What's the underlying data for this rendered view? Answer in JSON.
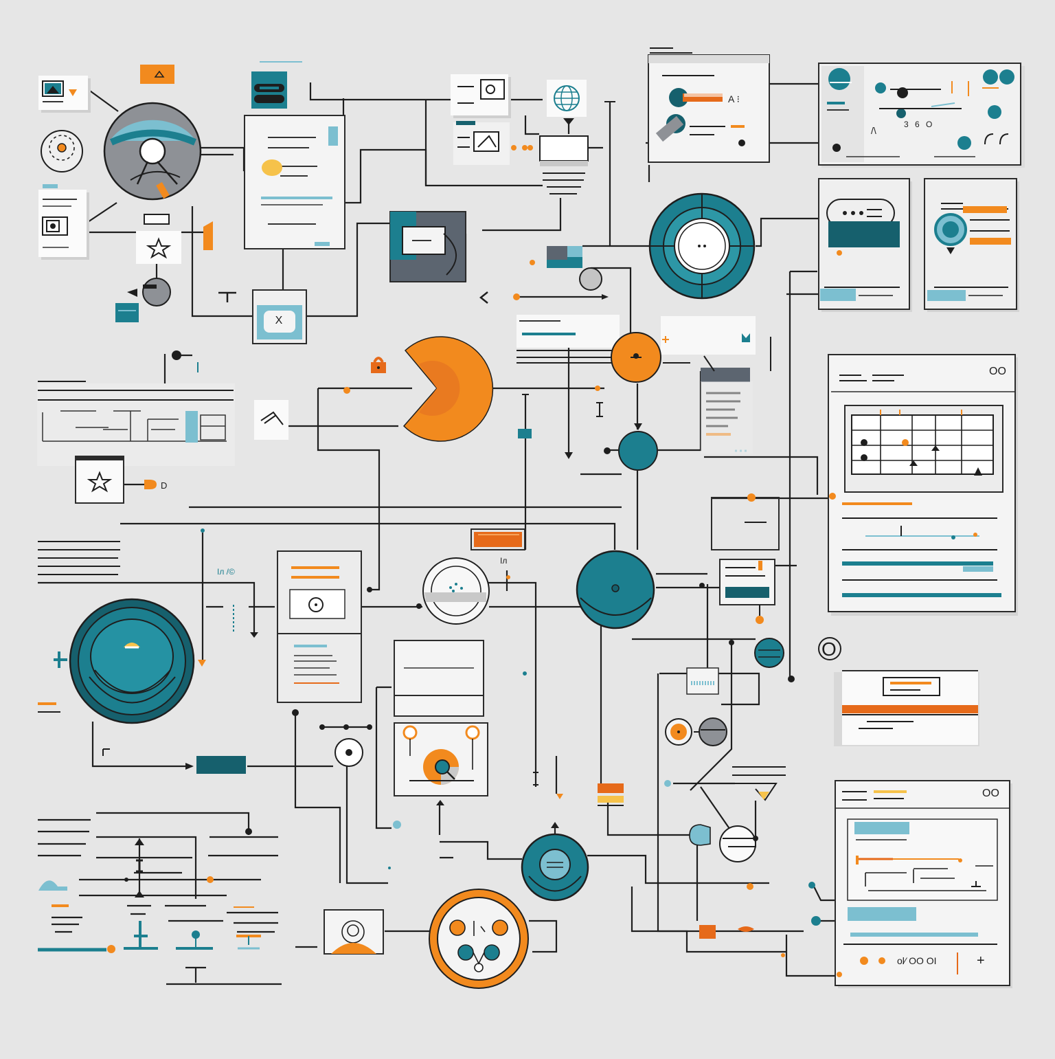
{
  "colors": {
    "background": "#e6e6e6",
    "teal": "#1c7f8f",
    "teal_dark": "#16606d",
    "teal_light": "#7cbfd0",
    "orange": "#f28a1e",
    "grey": "#8e9196",
    "ink": "#1e1e1e"
  },
  "labels": {
    "top_panel_marks": "A ⁝",
    "top_panel_digits": "3 6 O",
    "mid_card_x": "X",
    "left_card_d": "D",
    "mid_small_mark": "Iл /©",
    "circuit_mark": "Iл",
    "right_ring": "O",
    "right_window_top_ctrl": "OO",
    "right_window_bottom_ctrl": "OO",
    "bottom_readout": "ol⁄ OO OI",
    "plus": "+"
  },
  "icons": [
    "mountain-image-icon",
    "star-icon",
    "globe-icon",
    "gear-icon",
    "pie-chart-icon",
    "target-icon",
    "lock-icon",
    "user-avatar-icon",
    "network-node-icon",
    "flow-node-icon"
  ]
}
